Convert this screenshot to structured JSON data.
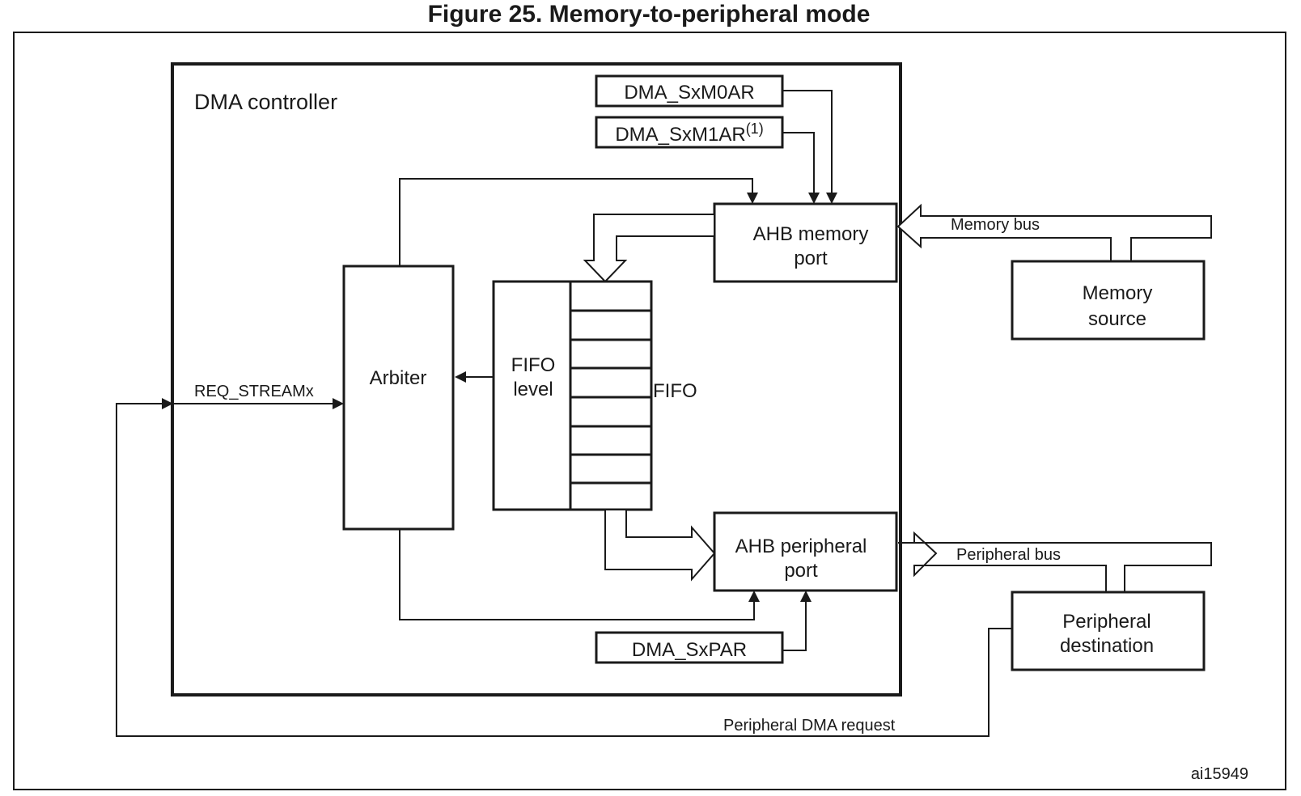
{
  "figure": {
    "title": "Figure 25. Memory-to-peripheral mode",
    "id": "ai15949"
  },
  "blocks": {
    "dma_controller": "DMA controller",
    "reg_m0ar": "DMA_SxM0AR",
    "reg_m1ar": "DMA_SxM1AR",
    "reg_m1ar_note": "(1)",
    "reg_par": "DMA_SxPAR",
    "ahb_memory_port": [
      "AHB memory",
      "port"
    ],
    "ahb_peripheral_port": [
      "AHB peripheral",
      "port"
    ],
    "arbiter": "Arbiter",
    "fifo_level": [
      "FIFO",
      "level"
    ],
    "fifo": "FIFO",
    "memory_source": [
      "Memory",
      "source"
    ],
    "peripheral_destination": [
      "Peripheral",
      "destination"
    ]
  },
  "signals": {
    "memory_bus": "Memory bus",
    "peripheral_bus": "Peripheral bus",
    "req_stream": "REQ_STREAMx",
    "peripheral_dma_request": "Peripheral DMA request"
  },
  "colors": {
    "line": "#1a1a1a",
    "background": "#ffffff"
  }
}
